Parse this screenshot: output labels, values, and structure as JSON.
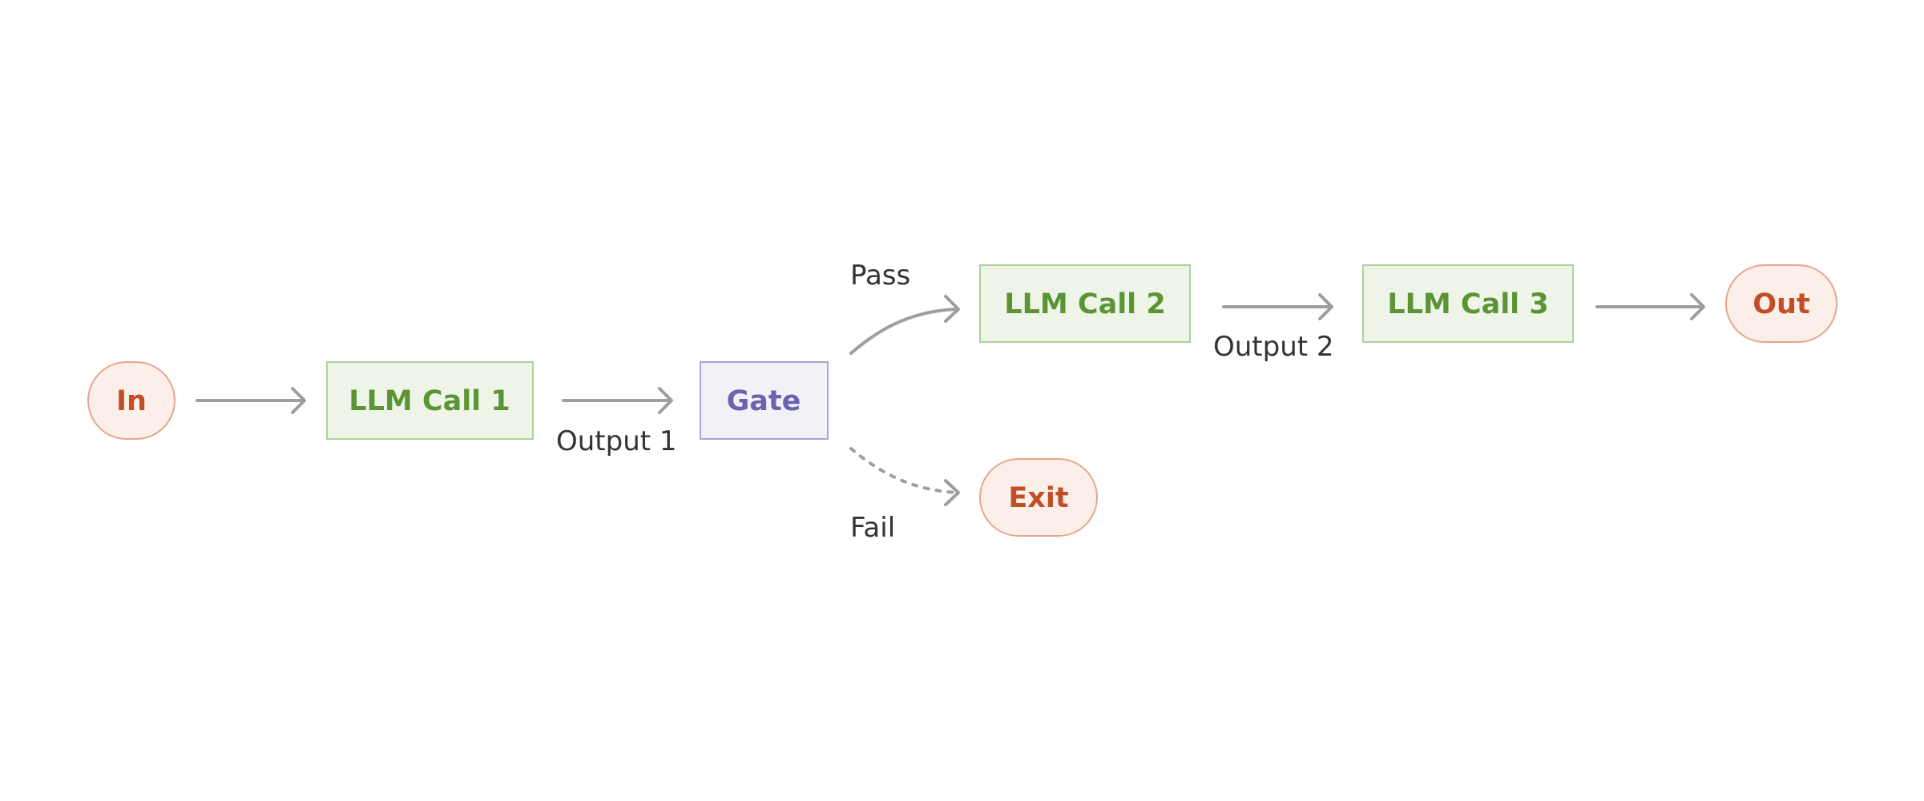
{
  "colors": {
    "terminal_fill": "#fcefea",
    "terminal_stroke": "#e7a58a",
    "terminal_text": "#c24e28",
    "llm_fill": "#eef5e8",
    "llm_stroke": "#a8d49a",
    "llm_text": "#5a9434",
    "gate_fill": "#f2f1f8",
    "gate_stroke": "#a9a3d8",
    "gate_text": "#6b63ad",
    "arrow": "#9e9e9e",
    "label_text": "#333333"
  },
  "nodes": {
    "in": {
      "label": "In",
      "shape": "pill"
    },
    "llm1": {
      "label": "LLM Call 1",
      "shape": "rect"
    },
    "gate": {
      "label": "Gate",
      "shape": "rect"
    },
    "llm2": {
      "label": "LLM Call 2",
      "shape": "rect"
    },
    "llm3": {
      "label": "LLM Call 3",
      "shape": "rect"
    },
    "out": {
      "label": "Out",
      "shape": "pill"
    },
    "exit": {
      "label": "Exit",
      "shape": "pill"
    }
  },
  "edges": {
    "in_llm1": {
      "from": "In",
      "to": "LLM Call 1",
      "label": "",
      "style": "solid"
    },
    "llm1_gate": {
      "from": "LLM Call 1",
      "to": "Gate",
      "label": "Output 1",
      "style": "solid"
    },
    "gate_llm2": {
      "from": "Gate",
      "to": "LLM Call 2",
      "label": "Pass",
      "style": "solid"
    },
    "gate_exit": {
      "from": "Gate",
      "to": "Exit",
      "label": "Fail",
      "style": "dashed"
    },
    "llm2_llm3": {
      "from": "LLM Call 2",
      "to": "LLM Call 3",
      "label": "Output 2",
      "style": "solid"
    },
    "llm3_out": {
      "from": "LLM Call 3",
      "to": "Out",
      "label": "",
      "style": "solid"
    }
  }
}
